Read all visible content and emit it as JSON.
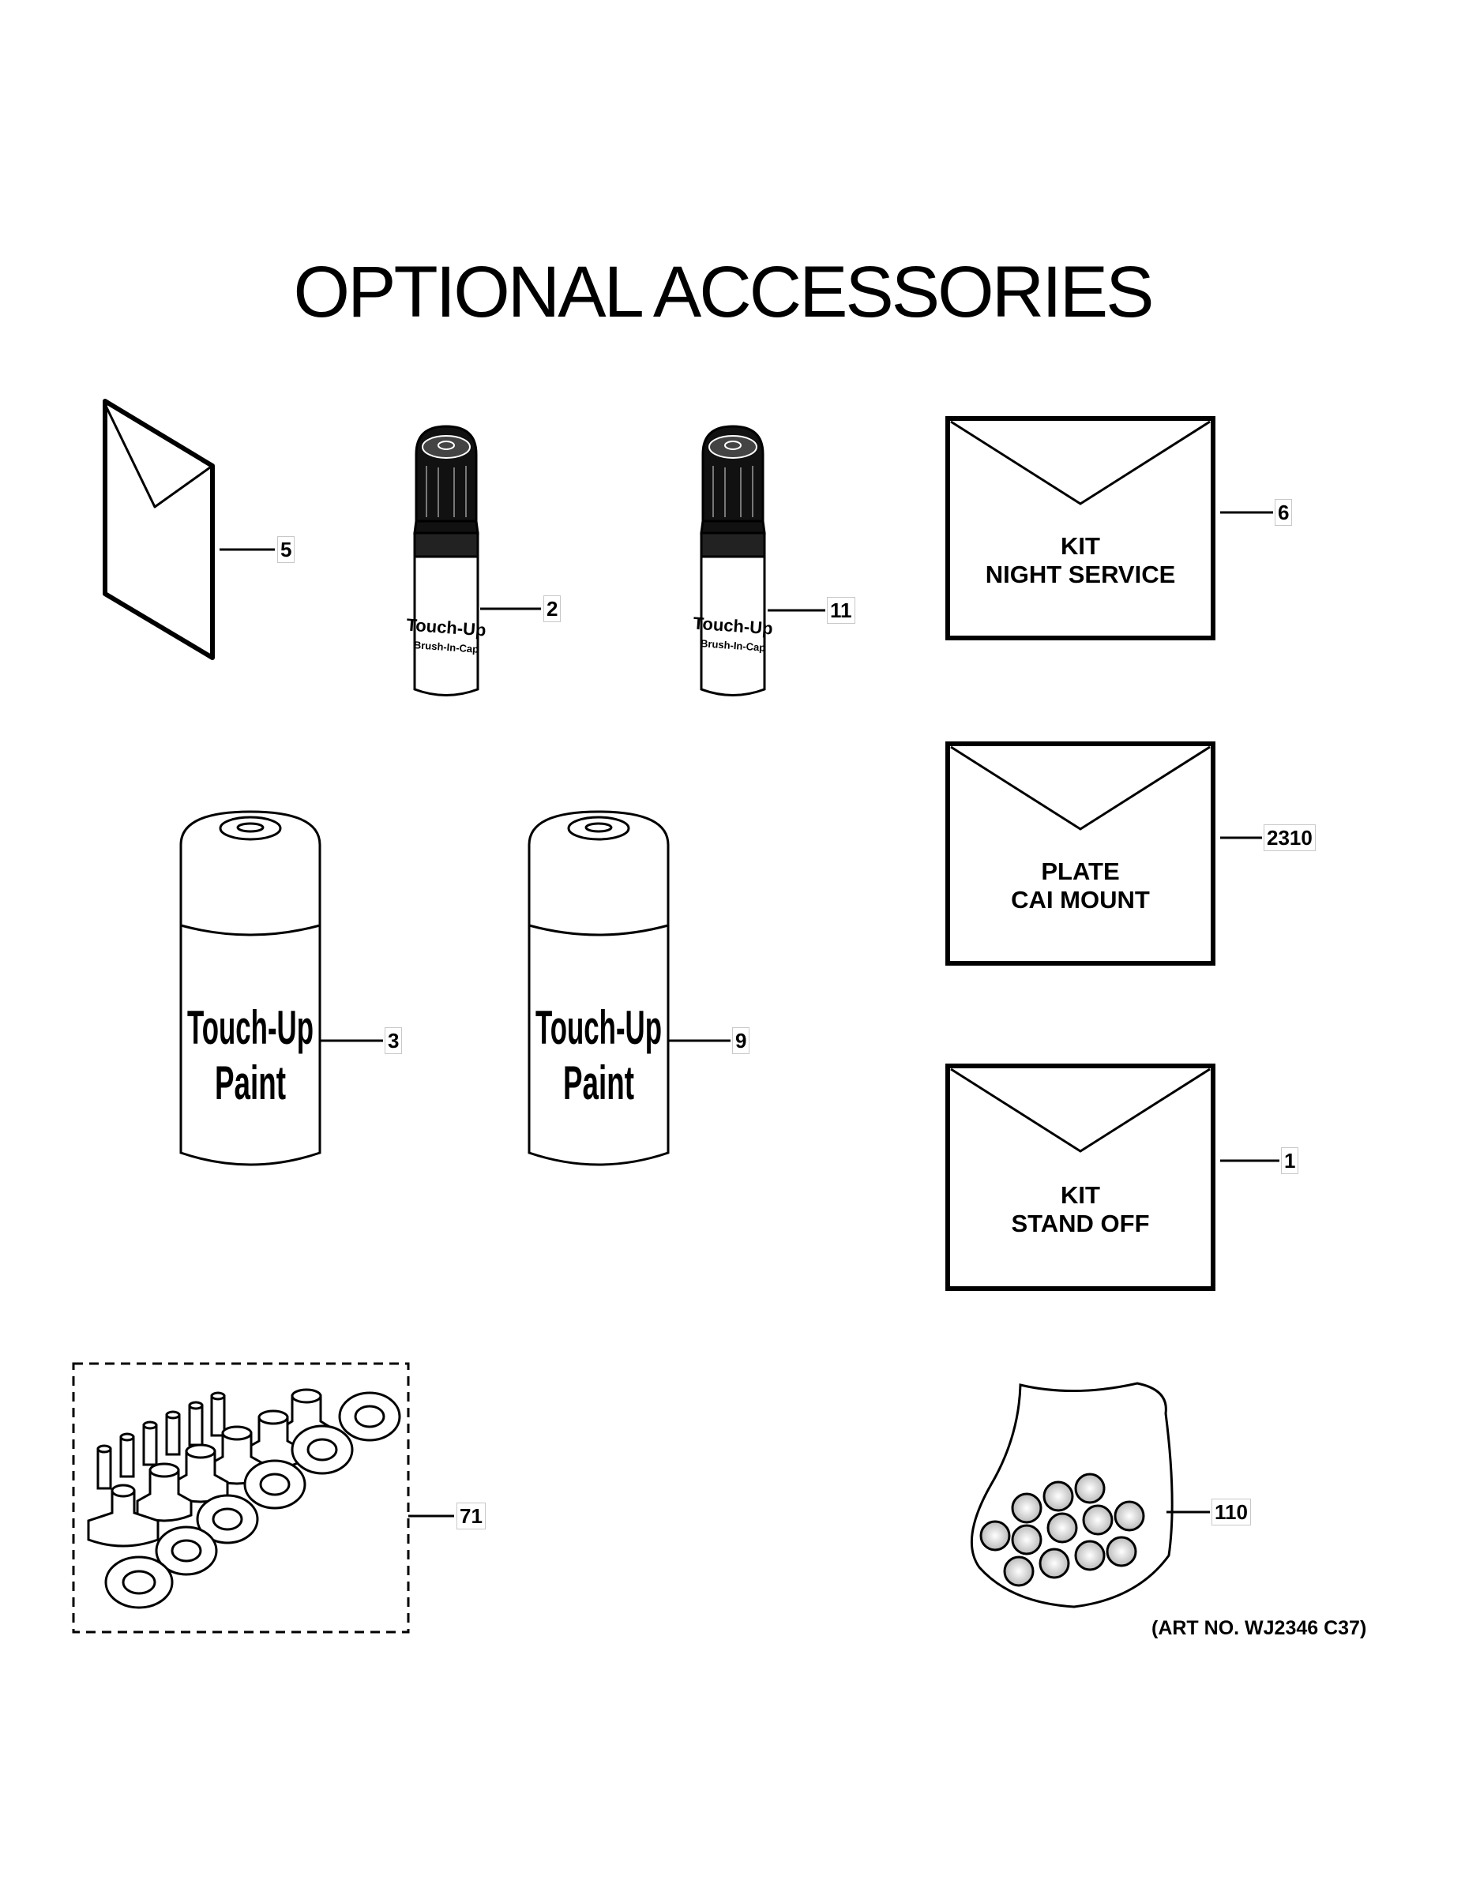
{
  "title": "OPTIONAL ACCESSORIES",
  "art_number": "(ART NO. WJ2346 C37)",
  "parts": {
    "manual": {
      "callout": "5"
    },
    "brush_pen_a": {
      "callout": "2",
      "label_main": "Touch-Up",
      "label_sub": "Brush-In-Cap"
    },
    "brush_pen_b": {
      "callout": "11",
      "label_main": "Touch-Up",
      "label_sub": "Brush-In-Cap"
    },
    "spray_can_a": {
      "callout": "3",
      "label_line1": "Touch-Up",
      "label_line2": "Paint"
    },
    "spray_can_b": {
      "callout": "9",
      "label_line1": "Touch-Up",
      "label_line2": "Paint"
    },
    "kit_night_service": {
      "callout": "6",
      "line1": "KIT",
      "line2": "NIGHT SERVICE"
    },
    "plate_cai_mount": {
      "callout": "2310",
      "line1": "PLATE",
      "line2": "CAI MOUNT"
    },
    "kit_stand_off": {
      "callout": "1",
      "line1": "KIT",
      "line2": "STAND OFF"
    },
    "bushing_kit": {
      "callout": "71"
    },
    "screw_bag": {
      "callout": "110"
    }
  }
}
